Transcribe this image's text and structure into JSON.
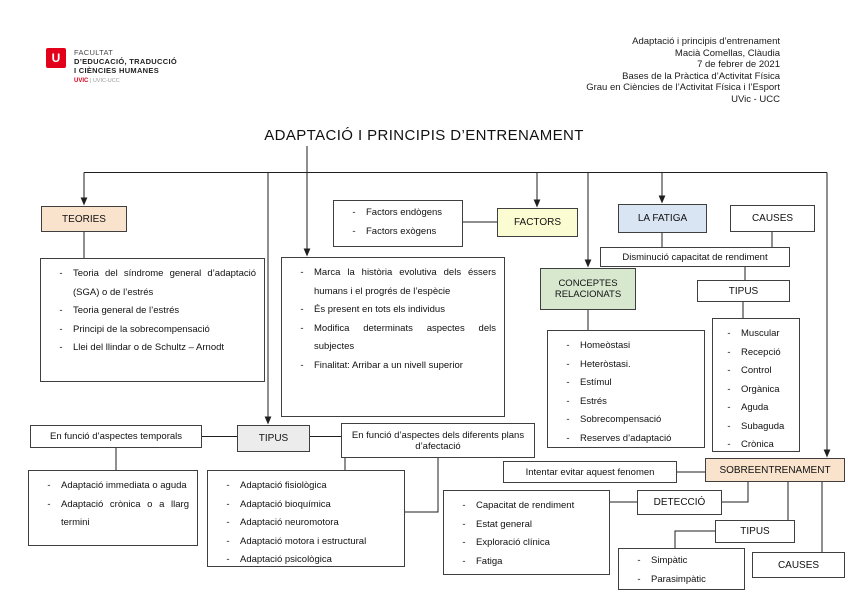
{
  "list_bullet": "-",
  "logo": {
    "letter": "U",
    "line1": "FACULTAT",
    "line2": "D’EDUCACIÓ, TRADUCCIÓ",
    "line3": "I CIÈNCIES HUMANES",
    "sub_brand": "UVIC",
    "sub_rest": " | UVIC-UCC",
    "brand_color": "#e2001a"
  },
  "header": {
    "lines": [
      "Adaptació i principis d’entrenament",
      "Macià Comellas, Clàudia",
      "7 de febrer de 2021",
      "Bases de la Pràctica d’Activitat Física",
      "Grau en Ciències de l’Activitat Física i l’Esport",
      "UVic - UCC"
    ]
  },
  "title": "ADAPTACIÓ I PRINCIPIS D’ENTRENAMENT",
  "colors": {
    "peach": "#fae3cd",
    "yellow": "#fcfcd2",
    "blue": "#d9e5f2",
    "green": "#d8e8cf",
    "gray": "#ececec",
    "border": "#3f3f3f",
    "line": "#1f1f1f"
  },
  "nodes": {
    "teories": {
      "label": "TEORIES"
    },
    "teories_list": {
      "items": [
        "Teoria del síndrome general d’adaptació (SGA) o de l’estrés",
        "Teoria general de l’estrés",
        "Principi de la sobrecompensació",
        "Llei del llindar o de Schultz – Arnodt"
      ]
    },
    "caracteristiques_list": {
      "items": [
        "Marca la història evolutiva dels éssers humans i el progrés de l’espècie",
        "És present en tots els individus",
        "Modifica determinats aspectes dels subjectes",
        "Finalitat: Arribar a un nivell superior"
      ]
    },
    "factors_list": {
      "items": [
        "Factors endògens",
        "Factors exògens"
      ]
    },
    "factors": {
      "label": "FACTORS"
    },
    "la_fatiga": {
      "label": "LA FATIGA"
    },
    "causes_top": {
      "label": "CAUSES"
    },
    "disminucio": {
      "label": "Disminució capacitat de rendiment"
    },
    "conceptes": {
      "label": "CONCEPTES RELACIONATS"
    },
    "conceptes_list": {
      "items": [
        "Homeòstasi",
        "Heteròstasi.",
        "Estímul",
        "Estrés",
        "Sobrecompensació",
        "Reserves d’adaptació"
      ]
    },
    "tipus_right": {
      "label": "TIPUS"
    },
    "tipus_right_list": {
      "items": [
        "Muscular",
        "Recepció",
        "Control",
        "Orgànica",
        "Aguda",
        "Subaguda",
        "Crònica"
      ]
    },
    "temporals": {
      "label": "En funció d’aspectes temporals"
    },
    "tipus_mid": {
      "label": "TIPUS"
    },
    "plans": {
      "label": "En funció d’aspectes dels diferents plans d’afectació"
    },
    "temporals_list": {
      "items": [
        "Adaptació immediata o aguda",
        "Adaptació crònica o a llarg termini"
      ]
    },
    "plans_list": {
      "items": [
        "Adaptació fisiològica",
        "Adaptació bioquímica",
        "Adaptació neuromotora",
        "Adaptació motora i estructural",
        "Adaptació psicològica"
      ]
    },
    "intentar": {
      "label": "Intentar evitar aquest fenomen"
    },
    "sobreentrenament": {
      "label": "SOBREENTRENAMENT"
    },
    "deteccio": {
      "label": "DETECCIÓ"
    },
    "deteccio_list": {
      "items": [
        "Capacitat de rendiment",
        "Estat general",
        "Exploració clínica",
        "Fatiga"
      ]
    },
    "tipus_bottom": {
      "label": "TIPUS"
    },
    "tipus_bottom_list": {
      "items": [
        "Simpàtic",
        "Parasimpàtic"
      ]
    },
    "causes_bottom": {
      "label": "CAUSES"
    }
  }
}
